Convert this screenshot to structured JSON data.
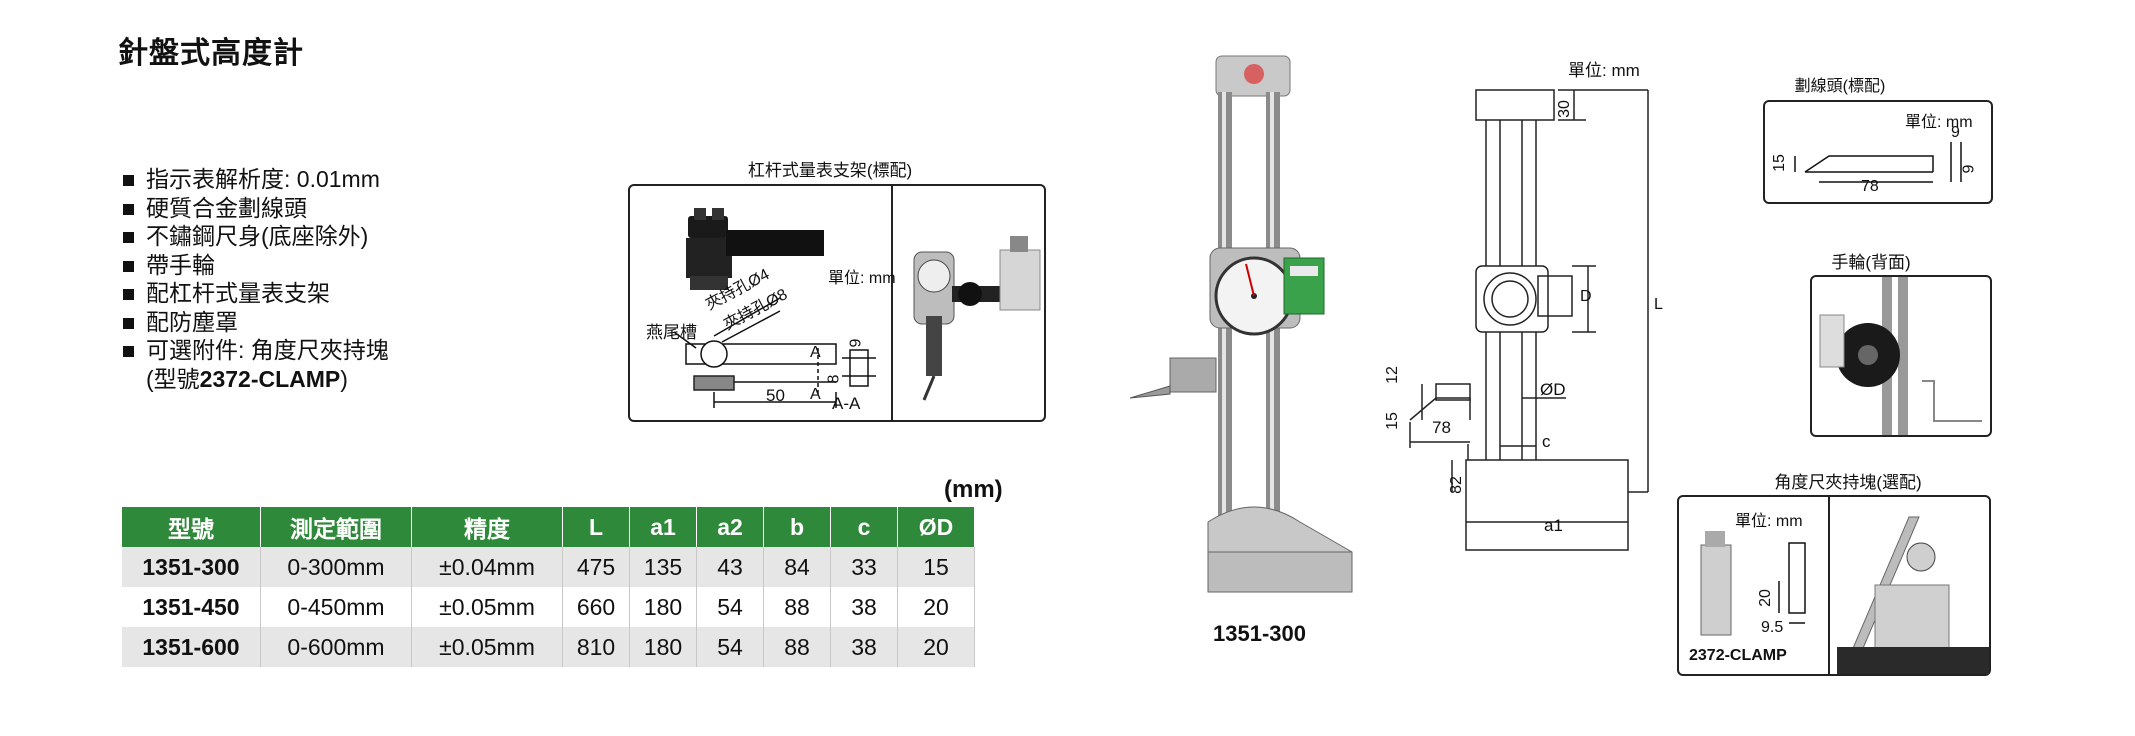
{
  "title": "針盤式高度計",
  "features": [
    "指示表解析度: 0.01mm",
    "硬質合金劃線頭",
    "不鏽鋼尺身(底座除外)",
    "帶手輪",
    "配杠杆式量表支架",
    "配防塵罩",
    "可選附件: 角度尺夾持塊"
  ],
  "feature_cont_prefix": "(型號",
  "feature_cont_model": "2372-CLAMP",
  "feature_cont_suffix": ")",
  "table_unit": "(mm)",
  "table": {
    "headers": [
      "型號",
      "測定範圍",
      "精度",
      "L",
      "a1",
      "a2",
      "b",
      "c",
      "ØD"
    ],
    "rows": [
      [
        "1351-300",
        "0-300mm",
        "±0.04mm",
        "475",
        "135",
        "43",
        "84",
        "33",
        "15"
      ],
      [
        "1351-450",
        "0-450mm",
        "±0.05mm",
        "660",
        "180",
        "54",
        "88",
        "38",
        "20"
      ],
      [
        "1351-600",
        "0-600mm",
        "±0.05mm",
        "810",
        "180",
        "54",
        "88",
        "38",
        "20"
      ]
    ]
  },
  "lever_panel": {
    "caption": "杠杆式量表支架(標配)",
    "unit": "單位: mm",
    "dovetail": "燕尾槽",
    "hole4": "夾持孔Ø4",
    "hole8": "夾持孔Ø8",
    "dim_50": "50",
    "dim_9": "9",
    "dim_8": "8",
    "a_top": "A",
    "a_bottom": "A",
    "section": "A-A"
  },
  "product_model": "1351-300",
  "drawing": {
    "unit": "單位: mm",
    "d30": "30",
    "d_D": "D",
    "d_L": "L",
    "d12": "12",
    "dOD": "ØD",
    "d15": "15",
    "d78": "78",
    "d_c": "c",
    "d82": "82",
    "d_a1": "a1"
  },
  "scriber_panel": {
    "caption": "劃線頭(標配)",
    "unit": "單位: mm",
    "d9a": "9",
    "d15": "15",
    "d78": "78",
    "d9b": "9"
  },
  "handwheel_caption": "手輪(背面)",
  "clamp_panel": {
    "caption": "角度尺夾持塊(選配)",
    "unit": "單位: mm",
    "d20": "20",
    "d95": "9.5",
    "model": "2372-CLAMP"
  },
  "colors": {
    "table_header": "#2e8a3a",
    "row_shade": "#e6e6e6",
    "dial_green": "#3aa24a"
  }
}
